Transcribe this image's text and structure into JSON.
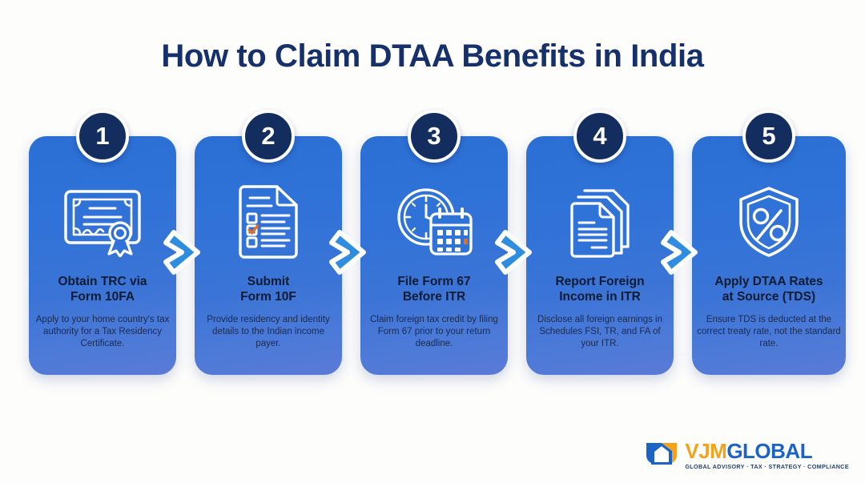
{
  "page": {
    "title": "How to Claim DTAA Benefits in India",
    "background_color": "#fdfdfc",
    "title_color": "#16306b"
  },
  "theme": {
    "card_gradient_top": "#2b6fd4",
    "card_gradient_bottom": "#5a7ad6",
    "badge_color": "#122d5e",
    "arrow_color": "#2f8de0",
    "accent_orange": "#e8701a",
    "icon_stroke": "#ffffff"
  },
  "steps": [
    {
      "number": "1",
      "icon": "certificate-icon",
      "title": "Obtain TRC via\nForm 10FA",
      "title_line1": "Obtain TRC via",
      "title_line2": "Form 10FA",
      "description": "Apply to your home country's tax authority for a Tax Residency Certificate."
    },
    {
      "number": "2",
      "icon": "checklist-document-icon",
      "title": "Submit\nForm 10F",
      "title_line1": "Submit",
      "title_line2": "Form 10F",
      "description": "Provide residency and identity details to the Indian income payer."
    },
    {
      "number": "3",
      "icon": "clock-calendar-icon",
      "title": "File Form 67\nBefore ITR",
      "title_line1": "File Form 67",
      "title_line2": "Before ITR",
      "description": "Claim foreign tax credit by filing Form 67 prior to your return deadline."
    },
    {
      "number": "4",
      "icon": "document-stack-icon",
      "title": "Report Foreign\nIncome in ITR",
      "title_line1": "Report Foreign",
      "title_line2": "Income in ITR",
      "description": "Disclose all foreign earnings in Schedules FSI, TR, and FA of your ITR."
    },
    {
      "number": "5",
      "icon": "shield-percent-icon",
      "title": "Apply DTAA Rates\nat Source (TDS)",
      "title_line1": "Apply DTAA Rates",
      "title_line2": "at Source (TDS)",
      "description": "Ensure TDS is deducted at the correct treaty rate, not the standard rate."
    }
  ],
  "connectors": [
    {
      "icon": "chevron-right-icon"
    },
    {
      "icon": "chevron-right-icon"
    },
    {
      "icon": "chevron-right-icon"
    },
    {
      "icon": "chevron-right-icon"
    }
  ],
  "brand": {
    "mark": "vjm-shield-logo-icon",
    "name_part1": "VJM",
    "name_part2": "GLOBAL",
    "tagline": "GLOBAL ADVISORY · TAX · STRATEGY · COMPLIANCE",
    "color_part1": "#f5a11b",
    "color_part2": "#1b63c4"
  }
}
